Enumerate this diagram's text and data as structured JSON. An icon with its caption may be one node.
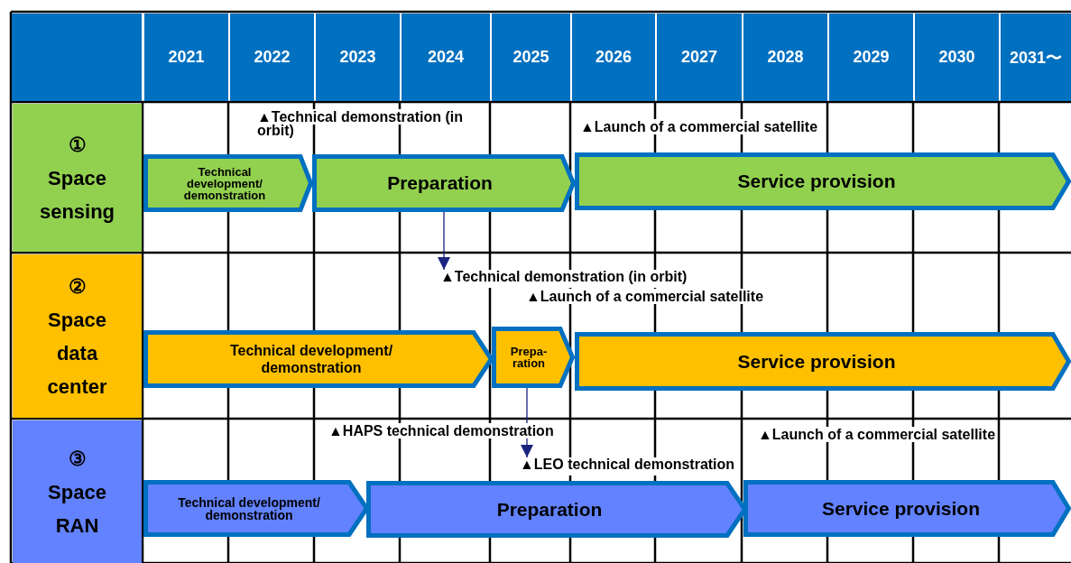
{
  "diagram": {
    "nodes": [
      {
        "text": [
          "①",
          "Space sensing"
        ]
      },
      {
        "text": [
          "Technical development/ demonstration"
        ]
      },
      {
        "text": [
          "Preparation"
        ]
      },
      {
        "text": [
          "Service provision"
        ]
      },
      {
        "text": [
          "②",
          "Space data center"
        ]
      },
      {
        "text": [
          "▲Technical demonstration (in orbit)"
        ]
      },
      {
        "text": [
          "Technical development/ demonstration"
        ]
      },
      {
        "text": [
          "Prepa-ration"
        ]
      },
      {
        "text": [
          "Service provision"
        ]
      },
      {
        "text": [
          "③",
          "Space RAN"
        ]
      },
      {
        "text": [
          "▲LEO technical demonstration"
        ]
      },
      {
        "text": [
          "Technical development/ demonstration"
        ]
      },
      {
        "text": [
          "Preparation"
        ]
      },
      {
        "text": [
          "Service provision"
        ]
      }
    ],
    "edges": [
      {
        "from": 2,
        "to": 5,
        "arrow": "to"
      },
      {
        "from": 7,
        "to": 10,
        "arrow": "to"
      }
    ],
    "labels": [
      "2021",
      "2022",
      "2023",
      "2024",
      "2025",
      "2026",
      "2027",
      "2028",
      "2029",
      "2030",
      "2031〜",
      "▲Technical demonstration (in orbit)",
      "▲Launch of a commercial satellite",
      "▲Launch of a commercial satellite",
      "▲HAPS technical demonstration",
      "▲Launch of a commercial satellite"
    ]
  }
}
